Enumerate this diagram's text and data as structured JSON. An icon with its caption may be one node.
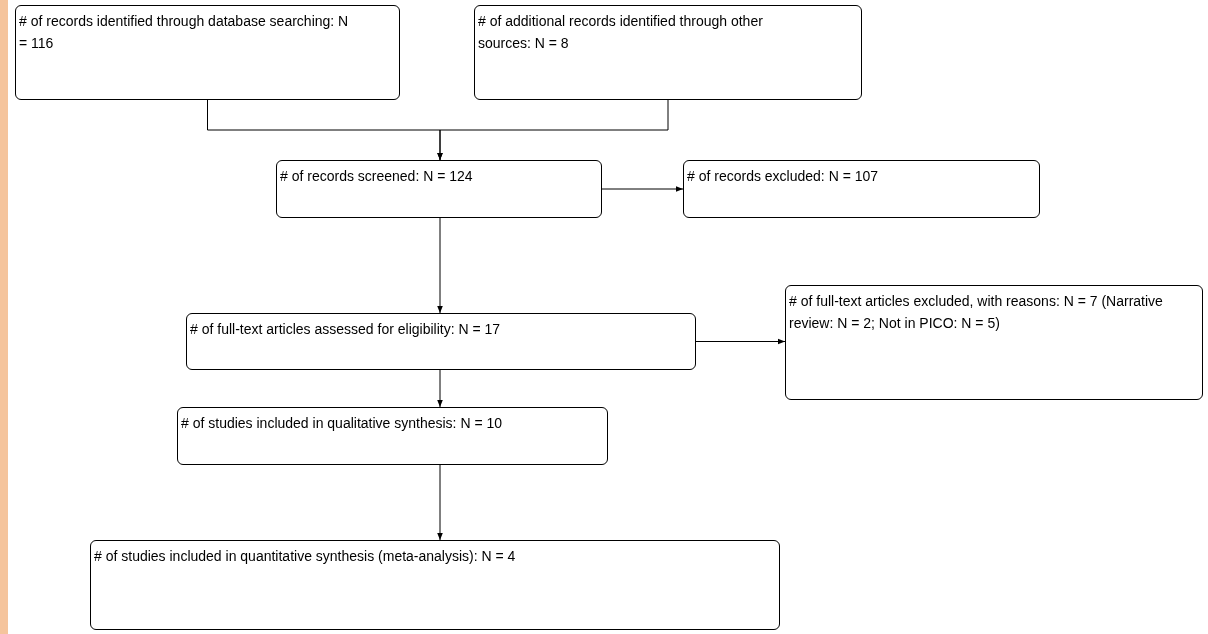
{
  "diagram": {
    "nodes": [
      {
        "text": [
          "# of records identified through database searching: N = 116"
        ]
      },
      {
        "text": [
          "# of additional records identified through other sources: N = 8"
        ]
      },
      {
        "text": [
          "# of records screened: N = 124"
        ]
      },
      {
        "text": [
          "# of records excluded: N = 107"
        ]
      },
      {
        "text": [
          "# of full-text articles excluded, with reasons: N = 7 (Narrative review: N = 2; Not in PICO: N = 5)"
        ]
      },
      {
        "text": [
          "# of full-text articles assessed for eligibility: N = 17"
        ]
      },
      {
        "text": [
          "# of studies included in qualitative synthesis: N = 10"
        ]
      },
      {
        "text": [
          "# of studies included in quantitative synthesis (meta-analysis): N = 4"
        ]
      }
    ],
    "edges": [
      {
        "from": 0,
        "to": 2,
        "arrow": "to"
      },
      {
        "from": 1,
        "to": 2,
        "arrow": "to"
      },
      {
        "from": 2,
        "to": 3,
        "arrow": "to"
      },
      {
        "from": 2,
        "to": 5,
        "arrow": "to"
      },
      {
        "from": 5,
        "to": 4,
        "arrow": "to"
      },
      {
        "from": 5,
        "to": 6,
        "arrow": "to"
      },
      {
        "from": 6,
        "to": 7,
        "arrow": "to"
      }
    ]
  }
}
